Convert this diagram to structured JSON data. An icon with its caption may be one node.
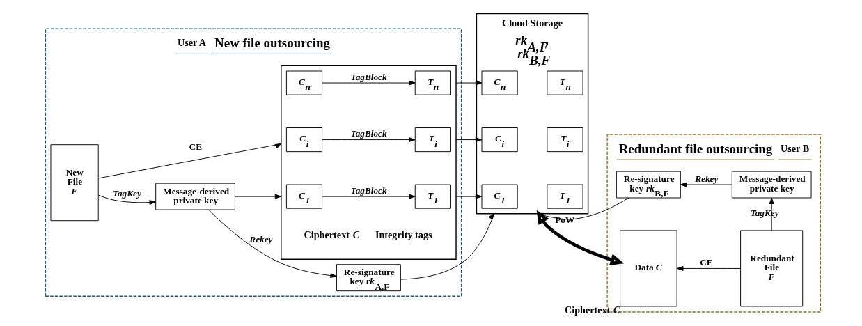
{
  "diagram": {
    "nodes": [
      {
        "text": [
          "User A",
          "New file outsourcing"
        ]
      },
      {
        "text": [
          "Message-derived private key"
        ],
        "in": 0
      },
      {
        "text": [
          "Re-signature key *rk*$_{A,F}$"
        ],
        "in": 0
      },
      {
        "text": [
          "New File *F*"
        ],
        "in": 0
      },
      {
        "text": [
          "Ciphertext *C*",
          "Integrity tags"
        ],
        "in": 0
      },
      {
        "text": [
          "C$_{1}$"
        ],
        "in": 4
      },
      {
        "text": [
          "T$_{1}$"
        ],
        "in": 4
      },
      {
        "text": [
          "C$_{i}$"
        ],
        "in": 4
      },
      {
        "text": [
          "T$_{i}$"
        ],
        "in": 4
      },
      {
        "text": [
          "C$_{n}$"
        ],
        "in": 4
      },
      {
        "text": [
          "T$_{n}$"
        ],
        "in": 4
      },
      {
        "text": [
          "Cloud Storage",
          "rk$_{A,F}$, rk$_{B,F}$"
        ]
      },
      {
        "text": [
          "C$_{1}$"
        ],
        "in": 11
      },
      {
        "text": [
          "T$_{1}$"
        ],
        "in": 11
      },
      {
        "text": [
          "C$_{i}$"
        ],
        "in": 11
      },
      {
        "text": [
          "T$_{i}$"
        ],
        "in": 11
      },
      {
        "text": [
          "C$_{n}$"
        ],
        "in": 11
      },
      {
        "text": [
          "T$_{n}$"
        ],
        "in": 11
      },
      {
        "text": [
          "Redundant file outsourcing",
          "User B"
        ]
      },
      {
        "text": [
          "Re-signature key *rk*$_{B,F}$"
        ],
        "in": 18
      },
      {
        "text": [
          "Message-derived private key"
        ],
        "in": 18
      },
      {
        "text": [
          "Data *C*"
        ],
        "in": 18,
        "beside": [
          "Ciphertext *C*"
        ]
      },
      {
        "text": [
          "Redundant File *F*"
        ],
        "in": 18
      }
    ],
    "edges": [
      {
        "from": 3,
        "to": 1,
        "arrow": "to",
        "label": "TagKey"
      },
      {
        "from": 1,
        "to": 2,
        "arrow": "to",
        "label": "Rekey"
      },
      {
        "from": 1,
        "to": 4,
        "arrow": "to"
      },
      {
        "from": 3,
        "to": 4,
        "arrow": "to",
        "label": "CE"
      },
      {
        "from": 5,
        "to": 6,
        "arrow": "to",
        "label": "TagBlock"
      },
      {
        "from": 7,
        "to": 8,
        "arrow": "to",
        "label": "TagBlock"
      },
      {
        "from": 9,
        "to": 10,
        "arrow": "to",
        "label": "TagBlock"
      },
      {
        "from": 2,
        "to": 11,
        "arrow": "to"
      },
      {
        "from": 4,
        "to": 12,
        "arrow": "to"
      },
      {
        "from": 4,
        "to": 14,
        "arrow": "to"
      },
      {
        "from": 4,
        "to": 16,
        "arrow": "to"
      },
      {
        "from": 19,
        "to": 11,
        "arrow": "to"
      },
      {
        "from": 20,
        "to": 19,
        "arrow": "to",
        "label": "Rekey"
      },
      {
        "from": 22,
        "to": 20,
        "arrow": "to",
        "label": "TagKey"
      },
      {
        "from": 22,
        "to": 21,
        "arrow": "to",
        "label": "CE"
      },
      {
        "from": 11,
        "to": 21,
        "arrow": "both",
        "label": "PoW",
        "style": "thick"
      }
    ]
  }
}
